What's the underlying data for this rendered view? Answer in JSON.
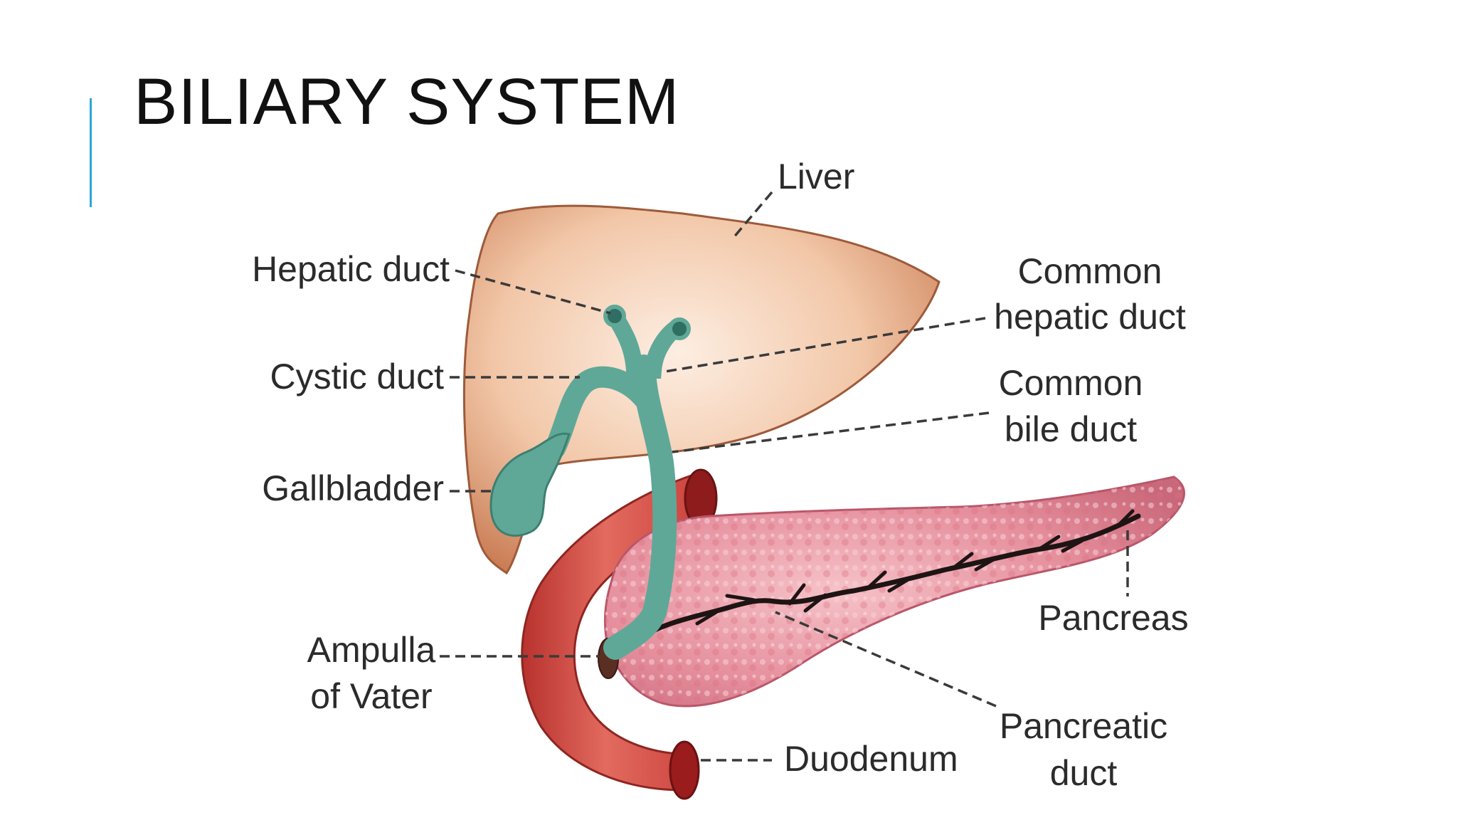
{
  "slide": {
    "title": "BILIARY SYSTEM",
    "accent_color": "#2aa8d8"
  },
  "diagram": {
    "labels": {
      "liver": "Liver",
      "hepatic_duct": "Hepatic duct",
      "common_hepatic_duct_line1": "Common",
      "common_hepatic_duct_line2": "hepatic duct",
      "cystic_duct": "Cystic duct",
      "common_bile_duct_line1": "Common",
      "common_bile_duct_line2": "bile duct",
      "gallbladder": "Gallbladder",
      "pancreas": "Pancreas",
      "ampulla_line1": "Ampulla",
      "ampulla_line2": "of Vater",
      "pancreatic_duct_line1": "Pancreatic",
      "pancreatic_duct_line2": "duct",
      "duodenum": "Duodenum"
    },
    "colors": {
      "liver": "#f2c7a8",
      "liver_edge": "#b8704a",
      "bile_ducts": "#5fa898",
      "pancreas": "#e58e9c",
      "duodenum": "#d9504a"
    }
  }
}
